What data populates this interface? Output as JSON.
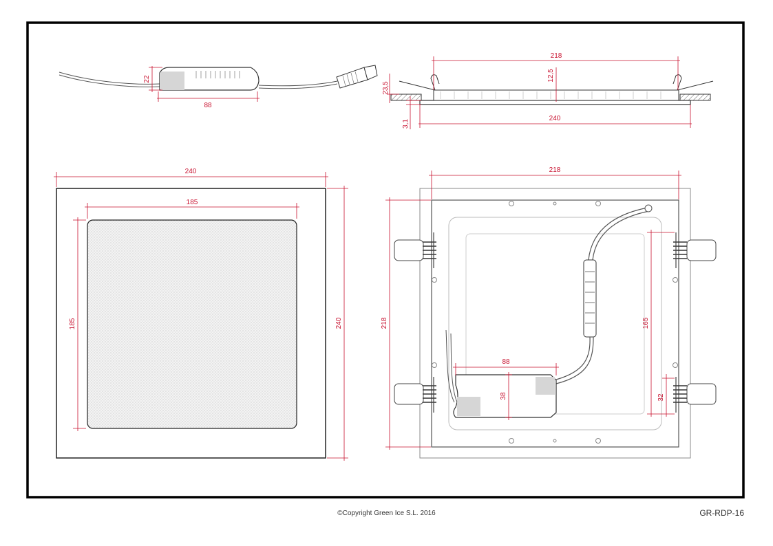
{
  "dimensions": {
    "driver_side_height": "22",
    "driver_side_length": "88",
    "section_top_width": "218",
    "section_frame_height": "12,5",
    "section_ceiling_thickness": "23,5",
    "section_flange": "3,1",
    "section_overall_width": "240",
    "front_outer_width": "240",
    "front_light_width": "185",
    "front_light_height": "185",
    "front_outer_height": "240",
    "back_width": "218",
    "back_height": "218",
    "back_driver_length": "88",
    "back_driver_height": "38",
    "back_spring_spacing": "165",
    "back_spring_width": "32"
  },
  "colors": {
    "dimension": "#c8102e",
    "outline": "#000000",
    "part": "#555555"
  },
  "footer": {
    "copyright": "©Copyright Green Ice S.L. 2016",
    "code": "GR-RDP-16"
  }
}
